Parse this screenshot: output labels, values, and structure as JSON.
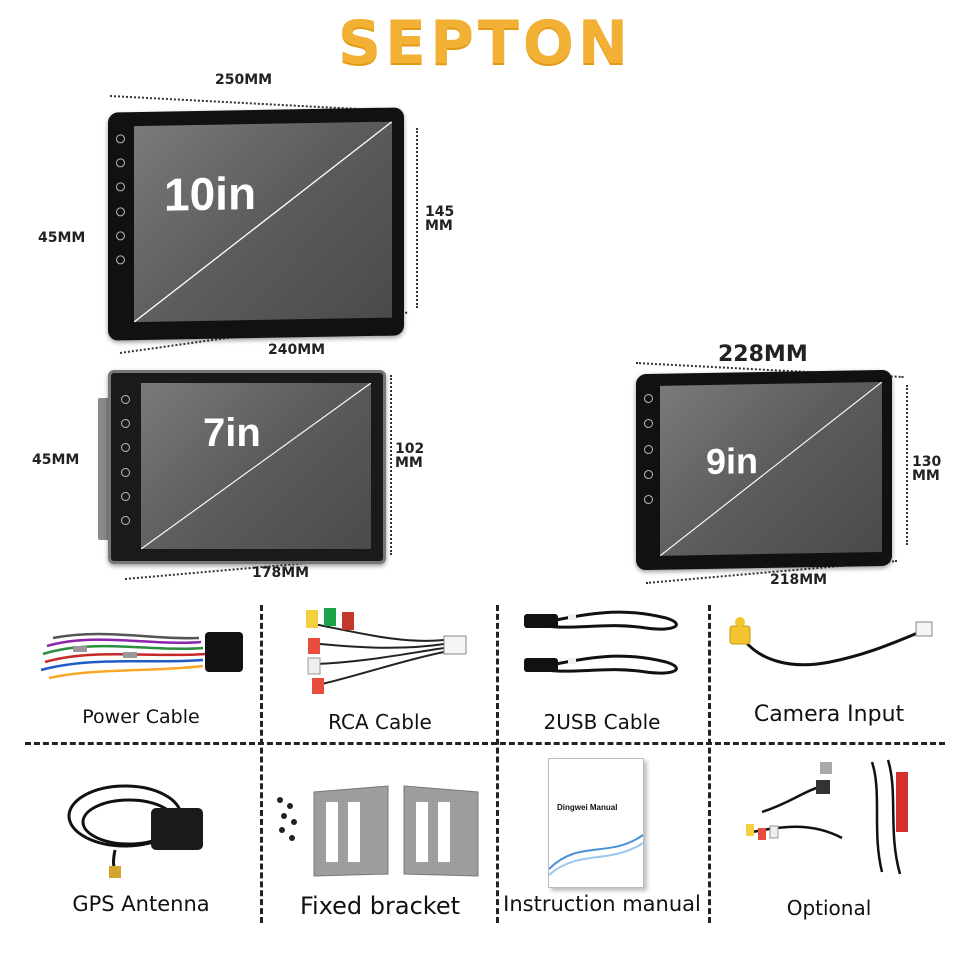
{
  "brand": "SEPTON",
  "units": [
    {
      "size_label": "10in",
      "top_width": "250MM",
      "bottom_width": "240MM",
      "height": "145",
      "height_unit": "MM",
      "depth": "45MM"
    },
    {
      "size_label": "7in",
      "bottom_width": "178MM",
      "height": "102",
      "height_unit": "MM",
      "depth": "45MM"
    },
    {
      "size_label": "9in",
      "top_width": "228MM",
      "bottom_width": "218MM",
      "height": "130",
      "height_unit": "MM"
    }
  ],
  "accessories": [
    {
      "name": "Power Cable",
      "icon": "power-cable"
    },
    {
      "name": "RCA Cable",
      "icon": "rca-cable"
    },
    {
      "name": "2USB  Cable",
      "icon": "usb-cable"
    },
    {
      "name": "Camera  Input",
      "icon": "camera-input-cable"
    },
    {
      "name": "GPS  Antenna",
      "icon": "gps-antenna"
    },
    {
      "name": "Fixed bracket",
      "icon": "fixed-bracket"
    },
    {
      "name": "Instruction manual",
      "icon": "instruction-manual",
      "manual_title": "Dingwei Manual"
    },
    {
      "name": "Optional",
      "icon": "optional-cable"
    }
  ],
  "colors": {
    "brand": "#f2b035",
    "screen": "#5c5c5c",
    "bezel": "#111111"
  }
}
